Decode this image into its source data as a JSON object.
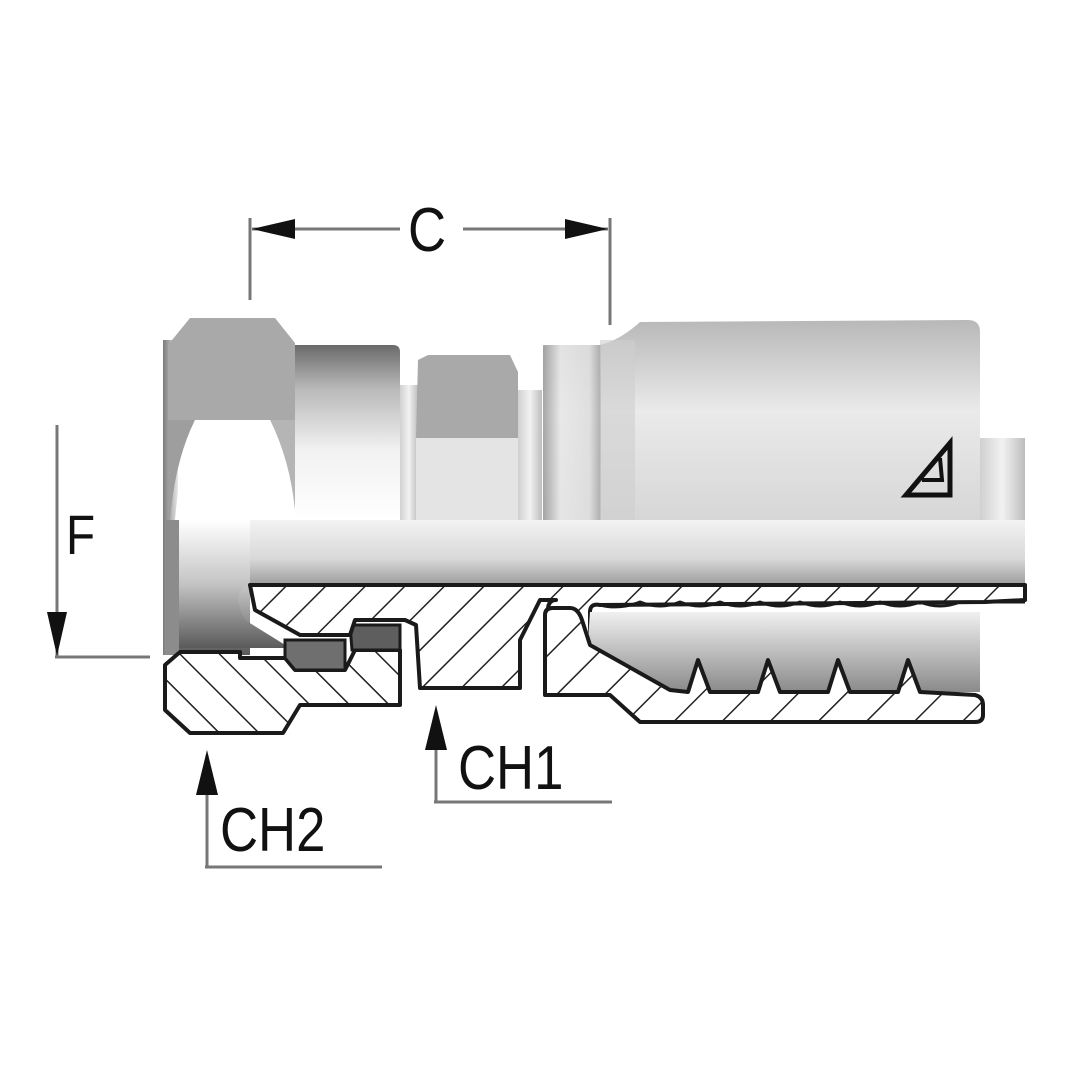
{
  "diagram": {
    "subject": "Hydraulic hose fitting – swivel female nut with crimp ferrule (section view)",
    "dimension_labels": {
      "c": "C",
      "f": "F",
      "ch1": "CH1",
      "ch2": "CH2"
    },
    "logo_icon": "triangle-brand-logo-icon",
    "colors": {
      "background": "#ffffff",
      "outline": "#1a1a1a",
      "dimension_line": "#777777",
      "hex_face": "#a8a8a8",
      "body_light": "#ececec",
      "body_mid": "#cfcfcf",
      "body_dark": "#8c8c8c",
      "hatch": "#222222"
    }
  }
}
